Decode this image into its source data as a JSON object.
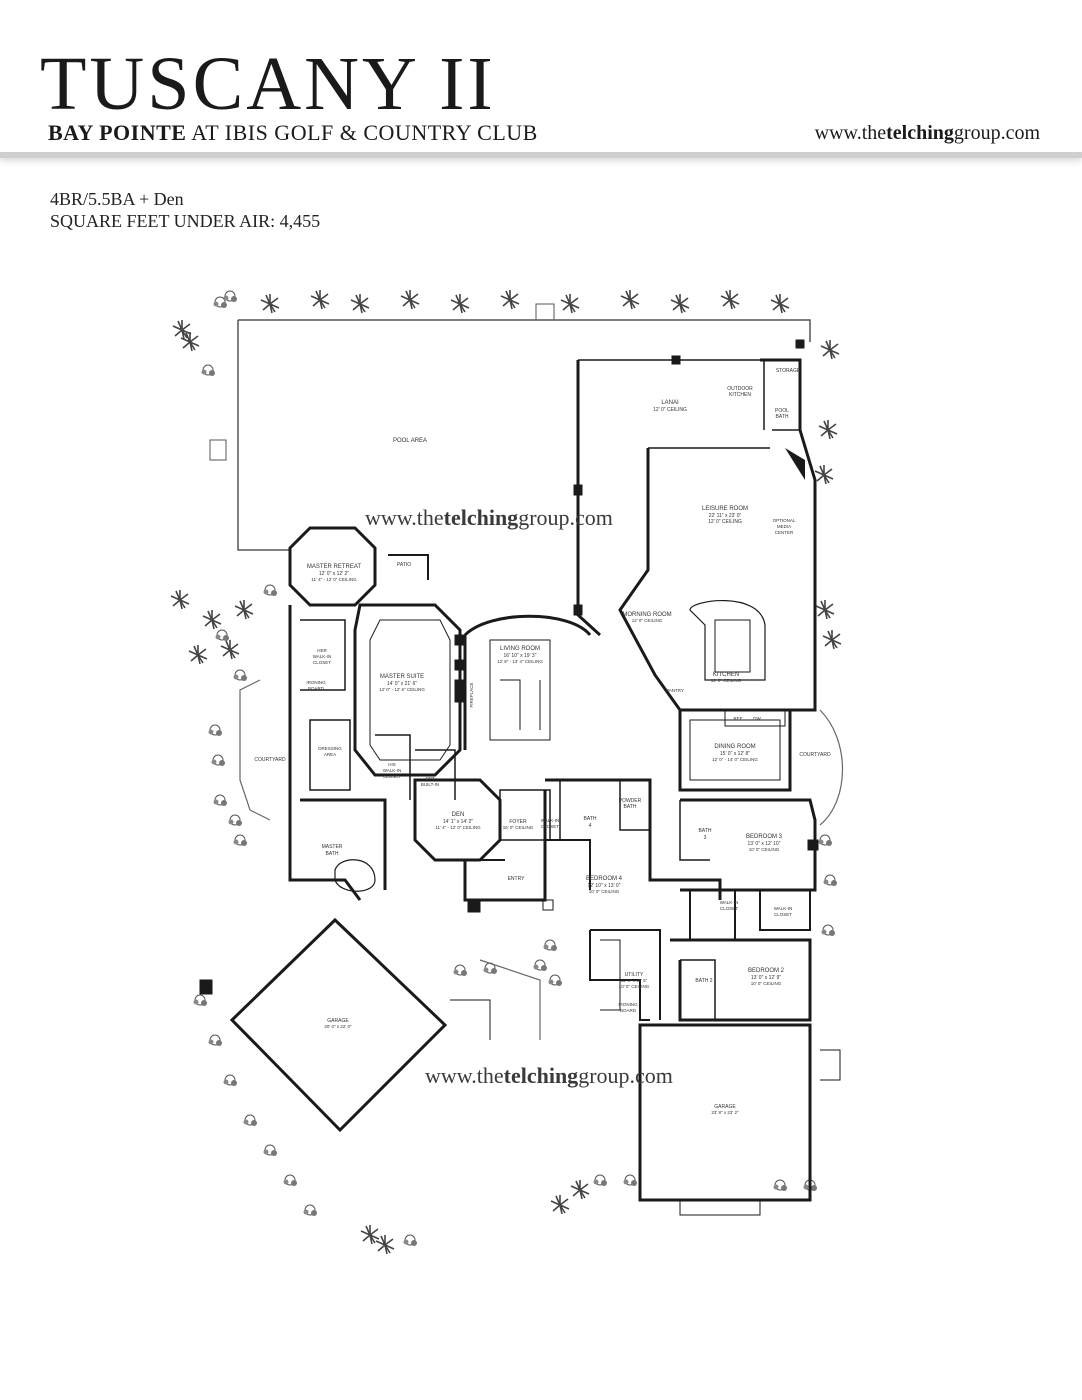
{
  "header": {
    "title": "TUSCANY II",
    "subtitle_bold": "BAY POINTE",
    "subtitle_rest": " AT IBIS GOLF & COUNTRY CLUB",
    "site_pre": "www.the",
    "site_bold": "telching",
    "site_post": "group.com"
  },
  "specs": {
    "line1": "4BR/5.5BA + Den",
    "line2": "SQUARE FEET UNDER AIR: 4,455"
  },
  "watermark": {
    "pre": "www.the",
    "bold": "telching",
    "post": "group.com"
  },
  "rooms": {
    "pool_area": "POOL AREA",
    "lanai": "LANAI",
    "lanai_ceiling": "12' 0\" CEILING",
    "outdoor_kitchen_1": "OUTDOOR",
    "outdoor_kitchen_2": "KITCHEN",
    "storage": "STORAGE",
    "pool_bath_1": "POOL",
    "pool_bath_2": "BATH",
    "leisure_room": "LEISURE ROOM",
    "leisure_dims": "22' 11\" x 23' 0\"",
    "leisure_ceiling": "12' 0\" CEILING",
    "media_1": "OPTIONAL",
    "media_2": "MEDIA",
    "media_3": "CENTER",
    "master_retreat": "MASTER RETREAT",
    "master_retreat_dims": "12' 0\" x 12' 2\"",
    "master_retreat_ceiling": "11' 4\" - 12' 0\" CEILING",
    "patio": "PATIO",
    "master_suite": "MASTER SUITE",
    "master_suite_dims": "14' 0\" x 21' 6\"",
    "master_suite_ceiling": "12' 0\" - 12' 6\" CEILING",
    "her_closet_1": "HER",
    "her_closet_2": "WALK-IN",
    "her_closet_3": "CLOSET",
    "ironing_1": "IRONING",
    "ironing_2": "BOARD",
    "fireplace": "FIREPLACE",
    "living_room": "LIVING ROOM",
    "living_dims": "16' 10\" x 19' 3\"",
    "living_ceiling": "12' 8\" - 13' 4\" CEILING",
    "morning_room": "MORNING ROOM",
    "morning_ceiling": "12' 0\" CEILING",
    "kitchen": "KITCHEN",
    "kitchen_ceiling": "12' 0\" CEILING",
    "pantry": "PANTRY",
    "ref": "REF",
    "dw": "DW",
    "courtyard_left": "COURTYARD",
    "courtyard_right": "COURTYARD",
    "dressing_1": "DRESSING",
    "dressing_2": "AREA",
    "his_1": "HIS",
    "his_2": "WALK-IN",
    "his_3": "CLOSET",
    "opt_1": "OPT",
    "opt_2": "BUILT-IN",
    "dining_room": "DINING ROOM",
    "dining_dims": "15' 0\" x 12' 8\"",
    "dining_ceiling": "12' 0\" - 14' 0\" CEILING",
    "master_bath_1": "MASTER",
    "master_bath_2": "BATH",
    "den": "DEN",
    "den_dims": "14' 1\" x 14' 2\"",
    "den_ceiling": "11' 4\" - 12' 0\" CEILING",
    "foyer": "FOYER",
    "foyer_ceiling": "16' 0\" CEILING",
    "walkin_1": "WALK-IN",
    "walkin_2": "CLOSET",
    "bath4_1": "BATH",
    "bath4_2": "4",
    "powder_1": "POWDER",
    "powder_2": "BATH",
    "bath3_1": "BATH",
    "bath3_2": "3",
    "bedroom3": "BEDROOM 3",
    "bedroom3_dims": "13' 0\" x 12' 10\"",
    "bedroom3_ceiling": "10' 0\" CEILING",
    "entry": "ENTRY",
    "bedroom4": "BEDROOM 4",
    "bedroom4_dims": "12' 10\" x 13' 0\"",
    "bedroom4_ceiling": "10' 0\" CEILING",
    "closet_a_1": "WALK-IN",
    "closet_a_2": "CLOSET",
    "closet_b_1": "WALK-IN",
    "closet_b_2": "CLOSET",
    "utility": "UTILITY",
    "utility_dims": "11' 6\" x 11' 5\"",
    "utility_ceiling": "10' 0\" CEILING",
    "ironing_b_1": "IRONING",
    "ironing_b_2": "BOARD",
    "bath2": "BATH 2",
    "bedroom2": "BEDROOM 2",
    "bedroom2_dims": "13' 0\" x 12' 9\"",
    "bedroom2_ceiling": "10' 0\" CEILING",
    "garage_left": "GARAGE",
    "garage_left_dims": "20' 0\" x 22' 0\"",
    "garage_right": "GARAGE",
    "garage_right_dims": "23' 8\" x 23' 2\""
  },
  "colors": {
    "wall": "#1a1a1a",
    "header_rule": "#cfcfcf"
  }
}
